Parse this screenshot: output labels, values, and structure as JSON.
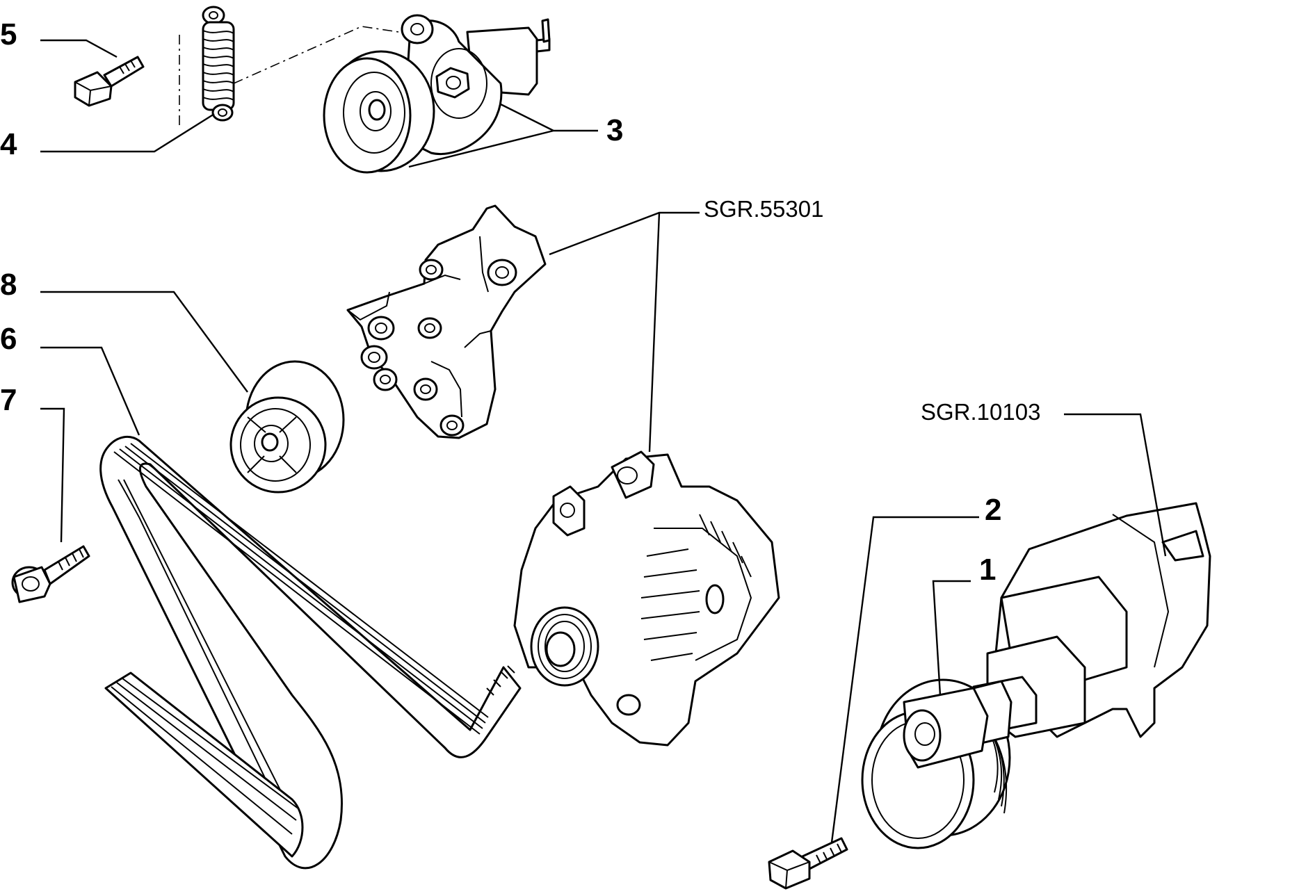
{
  "callouts": {
    "c1": "1",
    "c2": "2",
    "c3": "3",
    "c4": "4",
    "c5": "5",
    "c6": "6",
    "c7": "7",
    "c8": "8"
  },
  "references": {
    "alternator_group": "SGR.55301",
    "crankshaft_group": "SGR.10103"
  }
}
